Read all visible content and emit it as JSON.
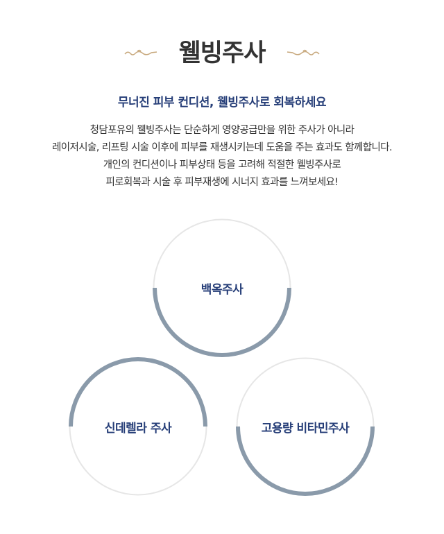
{
  "header": {
    "title": "웰빙주사",
    "ornament_icon": "swirl-ornament"
  },
  "subtitle": "무너진 피부 컨디션, 웰빙주사로 회복하세요",
  "description": [
    "청담포유의 웰빙주사는 단순하게 영양공급만을 위한 주사가 아니라",
    "레이저시술, 리프팅 시술 이후에 피부를 재생시키는데 도움을 주는 효과도 함께합니다.",
    "개인의 컨디션이나 피부상태 등을 고려해 적절한 웰빙주사로",
    "피로회복과 시술 후 피부재생에 시너지 효과를 느껴보세요!"
  ],
  "items": [
    {
      "label": "백옥주사"
    },
    {
      "label": "신데렐라 주사"
    },
    {
      "label": "고용량 비타민주사"
    }
  ],
  "colors": {
    "accent": "#263e78",
    "arc": "#8a9aaa",
    "ring": "#e6e6e6",
    "ornament": "#c8a97e"
  }
}
